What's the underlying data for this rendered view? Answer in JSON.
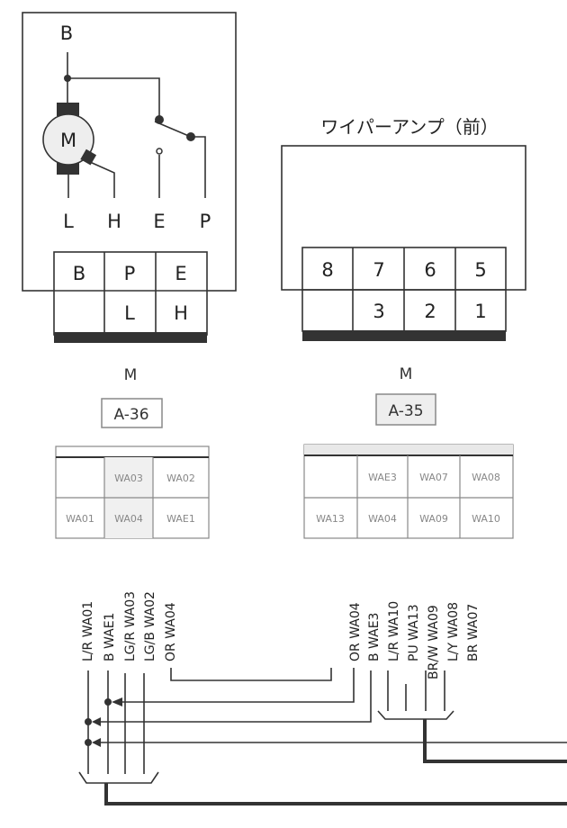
{
  "motor": {
    "terminal_top": "B",
    "symbol": "M",
    "terminals": [
      "L",
      "H",
      "E",
      "P"
    ],
    "connector_pins": [
      [
        "B",
        "P",
        "E"
      ],
      [
        "",
        "L",
        "H"
      ]
    ],
    "connector_label": "M",
    "connector_id": "A-36"
  },
  "amp": {
    "title": "ワイパーアンプ（前）",
    "connector_pins": [
      [
        "8",
        "7",
        "6",
        "5"
      ],
      [
        "",
        "3",
        "2",
        "1"
      ]
    ],
    "connector_label": "M",
    "connector_id": "A-35"
  },
  "left_table": [
    [
      "",
      "WA03",
      "WA02"
    ],
    [
      "WA01",
      "WA04",
      "WAE1"
    ]
  ],
  "right_table": [
    [
      "",
      "WAE3",
      "WA07",
      "WA08"
    ],
    [
      "WA13",
      "WA04",
      "WA09",
      "WA10"
    ]
  ],
  "left_wires": [
    {
      "color": "L/R",
      "id": "WA01"
    },
    {
      "color": "B",
      "id": "WAE1"
    },
    {
      "color": "LG/R",
      "id": "WA03"
    },
    {
      "color": "LG/B",
      "id": "WA02"
    },
    {
      "color": "OR",
      "id": "WA04"
    }
  ],
  "right_wires": [
    {
      "color": "OR",
      "id": "WA04"
    },
    {
      "color": "B",
      "id": "WAE3"
    },
    {
      "color": "L/R",
      "id": "WA10"
    },
    {
      "color": "PU",
      "id": "WA13"
    },
    {
      "color": "BR/W",
      "id": "WA09"
    },
    {
      "color": "L/Y",
      "id": "WA08"
    },
    {
      "color": "BR",
      "id": "WA07"
    }
  ]
}
